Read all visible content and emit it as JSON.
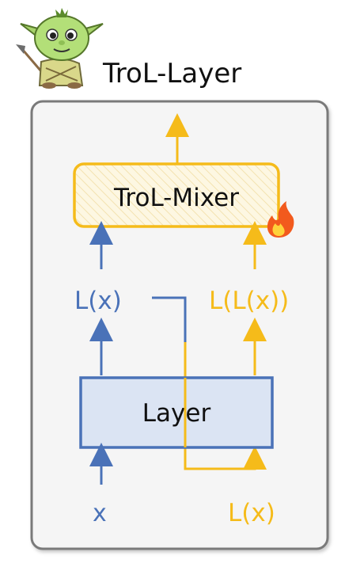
{
  "title": "TroL-Layer",
  "mixer_label": "TroL-Mixer",
  "layer_label": "Layer",
  "labels": {
    "input_x": "x",
    "l_of_x_top": "L(x)",
    "l_of_l_of_x": "L(L(x))",
    "l_of_x_bottom": "L(x)"
  },
  "icons": {
    "mascot": "goblin-mascot-icon",
    "fire": "fire-icon"
  },
  "colors": {
    "blue": "#4a72b8",
    "yellow": "#f5bb1a",
    "layer_fill": "#dbe4f3",
    "mixer_fill": "#fdf7e2",
    "outer_box_fill": "#f5f5f5",
    "outer_box_stroke": "#7a7a7a",
    "title_text": "#111111"
  }
}
